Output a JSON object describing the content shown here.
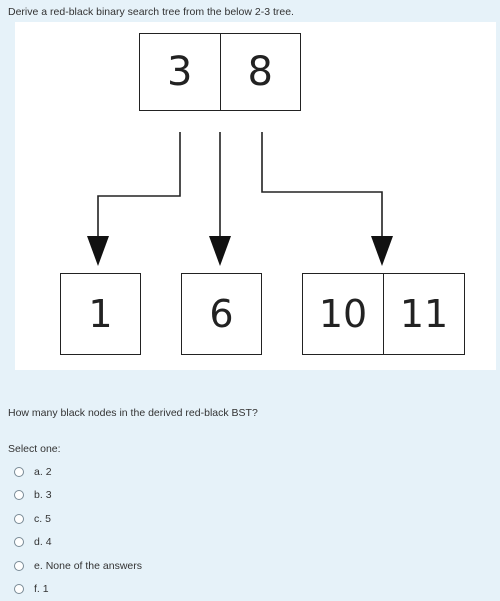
{
  "prompt": "Derive a red-black binary search tree from the below 2-3 tree.",
  "tree": {
    "root": [
      "3",
      "8"
    ],
    "leaves": [
      [
        "1"
      ],
      [
        "6"
      ],
      [
        "10",
        "11"
      ]
    ]
  },
  "question": "How many black nodes in the derived red-black BST?",
  "select_label": "Select one:",
  "options": [
    {
      "letter": "a.",
      "text": "2"
    },
    {
      "letter": "b.",
      "text": "3"
    },
    {
      "letter": "c.",
      "text": "5"
    },
    {
      "letter": "d.",
      "text": "4"
    },
    {
      "letter": "e.",
      "text": "None of the answers"
    },
    {
      "letter": "f.",
      "text": "1"
    }
  ]
}
